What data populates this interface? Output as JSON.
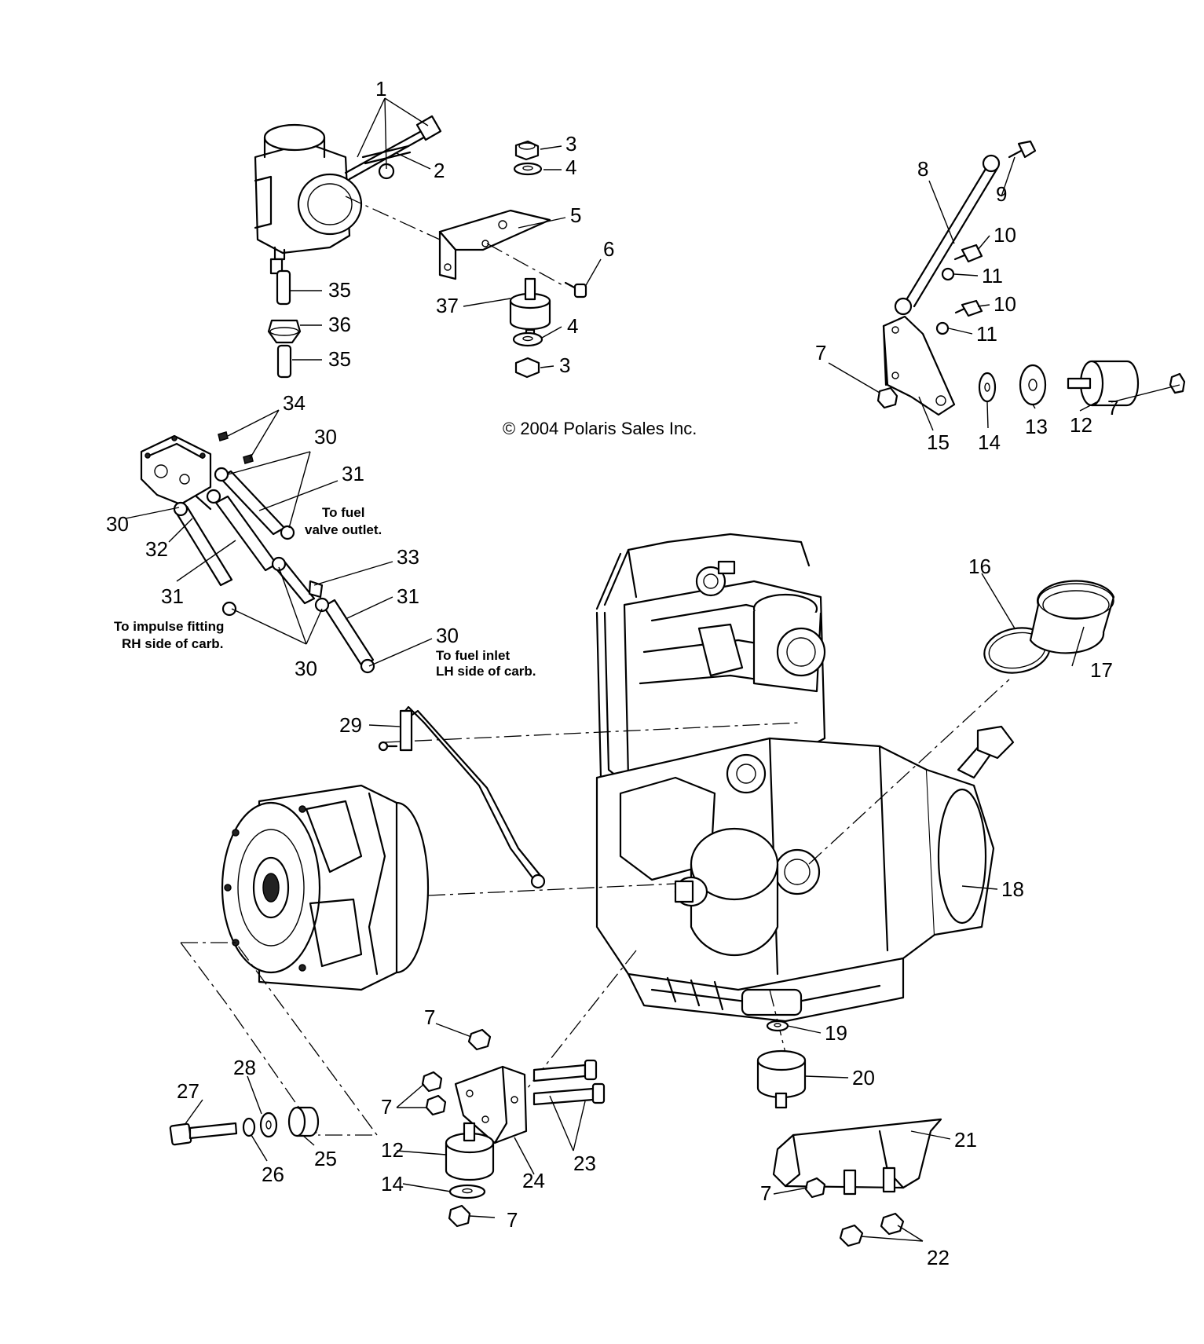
{
  "copyright": "© 2004 Polaris Sales Inc.",
  "notes": {
    "fuel_valve_l1": "To fuel",
    "fuel_valve_l2": "valve outlet.",
    "impulse_l1": "To impulse fitting",
    "impulse_l2": "RH side of carb.",
    "fuel_inlet_l1": "To fuel inlet",
    "fuel_inlet_l2": "LH side of carb."
  },
  "callouts": [
    "1",
    "2",
    "3",
    "4",
    "5",
    "6",
    "35",
    "36",
    "35",
    "37",
    "4",
    "3",
    "8",
    "9",
    "10",
    "11",
    "10",
    "11",
    "7",
    "15",
    "14",
    "13",
    "12",
    "7",
    "34",
    "30",
    "31",
    "30",
    "32",
    "31",
    "33",
    "31",
    "30",
    "30",
    "16",
    "17",
    "29",
    "18",
    "19",
    "20",
    "7",
    "27",
    "28",
    "26",
    "25",
    "7",
    "12",
    "14",
    "7",
    "24",
    "23",
    "21",
    "7",
    "22"
  ]
}
